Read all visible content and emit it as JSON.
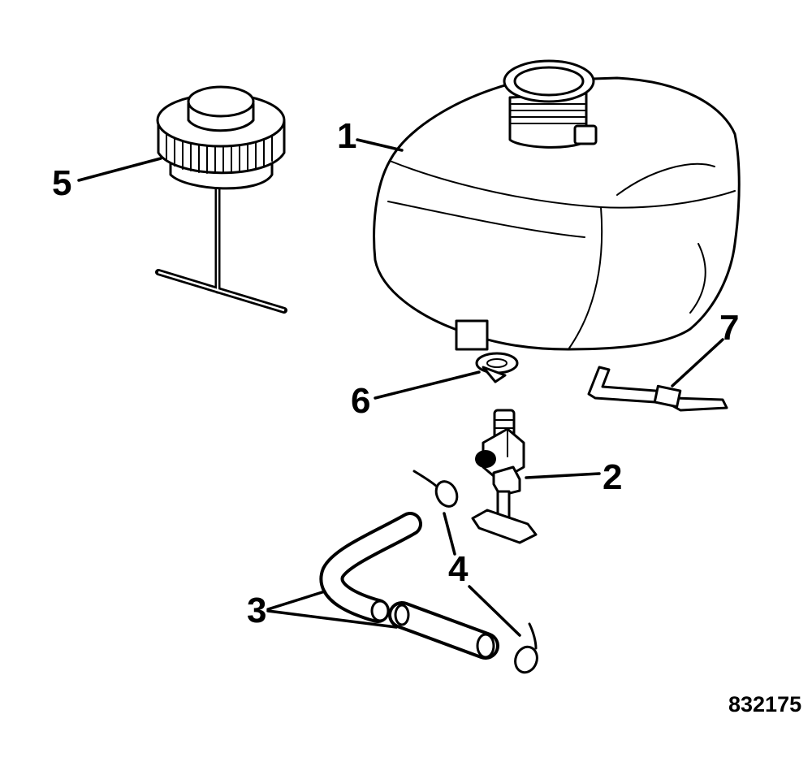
{
  "callouts": {
    "tank": "1",
    "valve": "2",
    "hose": "3",
    "clamp": "4",
    "cap": "5",
    "clip": "6",
    "strap": "7"
  },
  "figure_number": "832175"
}
